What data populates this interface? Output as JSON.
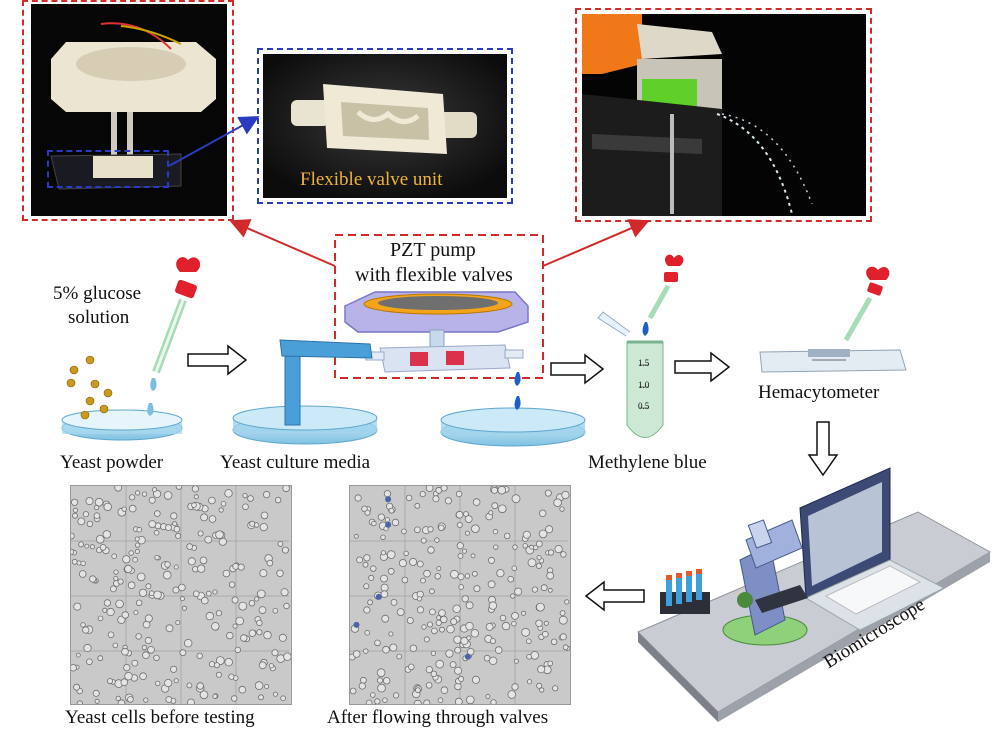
{
  "labels": {
    "pzt_pump": "PZT pump",
    "with_valves": "with flexible valves",
    "flexible_valve_unit": "Flexible valve unit",
    "glucose_line1": "5% glucose",
    "glucose_line2": "solution",
    "yeast_powder": "Yeast powder",
    "yeast_culture": "Yeast culture media",
    "methylene_blue": "Methylene blue",
    "hemacytometer": "Hemacytometer",
    "biomicroscope": "Biomicroscope",
    "before_testing": "Yeast cells before testing",
    "after_valves": "After flowing through valves"
  },
  "tube_ticks": [
    "1.5",
    "1.0",
    "0.5"
  ],
  "colors": {
    "dash_red": "#d22a2a",
    "dash_blue": "#2b3bbf",
    "dropper_red": "#e0202a",
    "liquid_blue": "#9fd3ec",
    "pump_purple": "#a9a4e0",
    "pump_orange": "#f2a51a",
    "yellow_text": "#f0b43a"
  }
}
